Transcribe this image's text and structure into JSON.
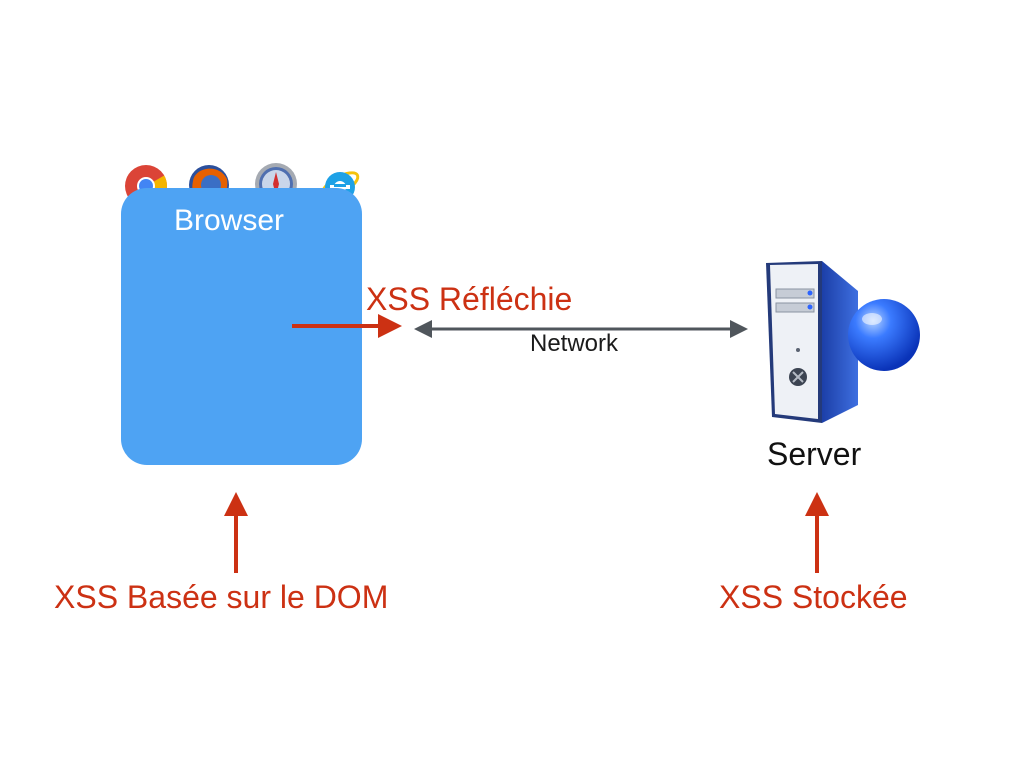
{
  "browser": {
    "label": "Browser",
    "icons": [
      "chrome-icon",
      "firefox-icon",
      "safari-icon",
      "internet-explorer-icon"
    ]
  },
  "server": {
    "label": "Server",
    "icon": "server-tower-icon"
  },
  "network": {
    "label": "Network"
  },
  "attacks": {
    "reflected": "XSS Réfléchie",
    "dom_based": "XSS Basée sur le DOM",
    "stored": "XSS Stockée"
  },
  "colors": {
    "browser_box": "#4ea3f3",
    "attack": "#cc3113",
    "network_arrow": "#50565c",
    "server_body": "#2a56c4",
    "globe": "#1a5df0"
  }
}
